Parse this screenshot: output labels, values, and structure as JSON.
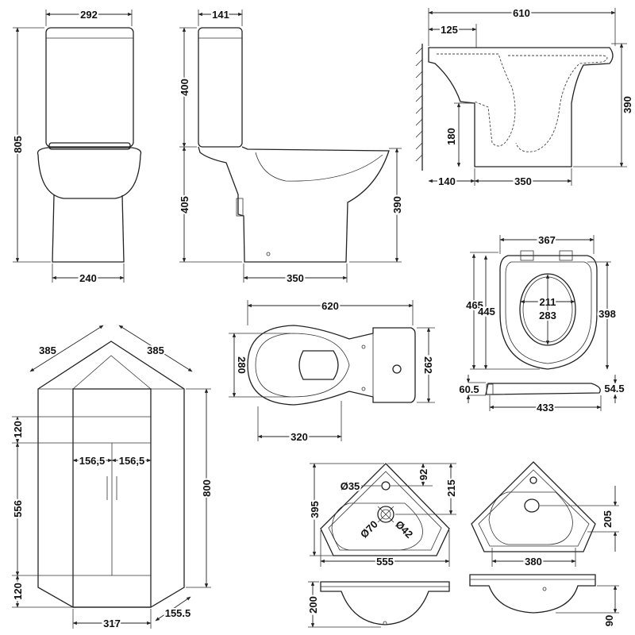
{
  "front_toilet": {
    "width": "292",
    "height": "805",
    "pedestal_width": "240"
  },
  "side_toilet": {
    "cistern_depth": "141",
    "cistern_height": "400",
    "pan_height": "405",
    "rim_height": "390",
    "pan_depth": "350"
  },
  "section_pan": {
    "overall_depth": "610",
    "wall_to_outlet": "125",
    "height": "390",
    "outlet_height": "180",
    "back_offset": "140",
    "base_depth": "350"
  },
  "seat": {
    "width": "367",
    "length_outer": "465",
    "length_inner": "445",
    "right_length": "398",
    "opening_width": "211",
    "opening_length": "283",
    "hinge_height_left": "60.5",
    "hinge_height_right": "54.5",
    "side_length": "433"
  },
  "plan_toilet": {
    "length": "620",
    "bowl_width": "280",
    "cistern_width": "292",
    "bowl_length": "320"
  },
  "corner_cabinet": {
    "side_left": "385",
    "side_right": "385",
    "top_rail": "120",
    "door_height": "556",
    "plinth": "120",
    "total_height": "800",
    "door_left": "156,5",
    "door_right": "156,5",
    "front_width": "317",
    "side_depth": "155.5"
  },
  "basin_left": {
    "tap_hole": "Ø35",
    "tap_offset": "92",
    "waste_offset": "215",
    "depth": "395",
    "waste_outer": "Ø70",
    "waste_inner": "Ø42",
    "width": "555",
    "height": "200"
  },
  "basin_right": {
    "waste_offset": "205",
    "width": "380",
    "height": "90"
  }
}
